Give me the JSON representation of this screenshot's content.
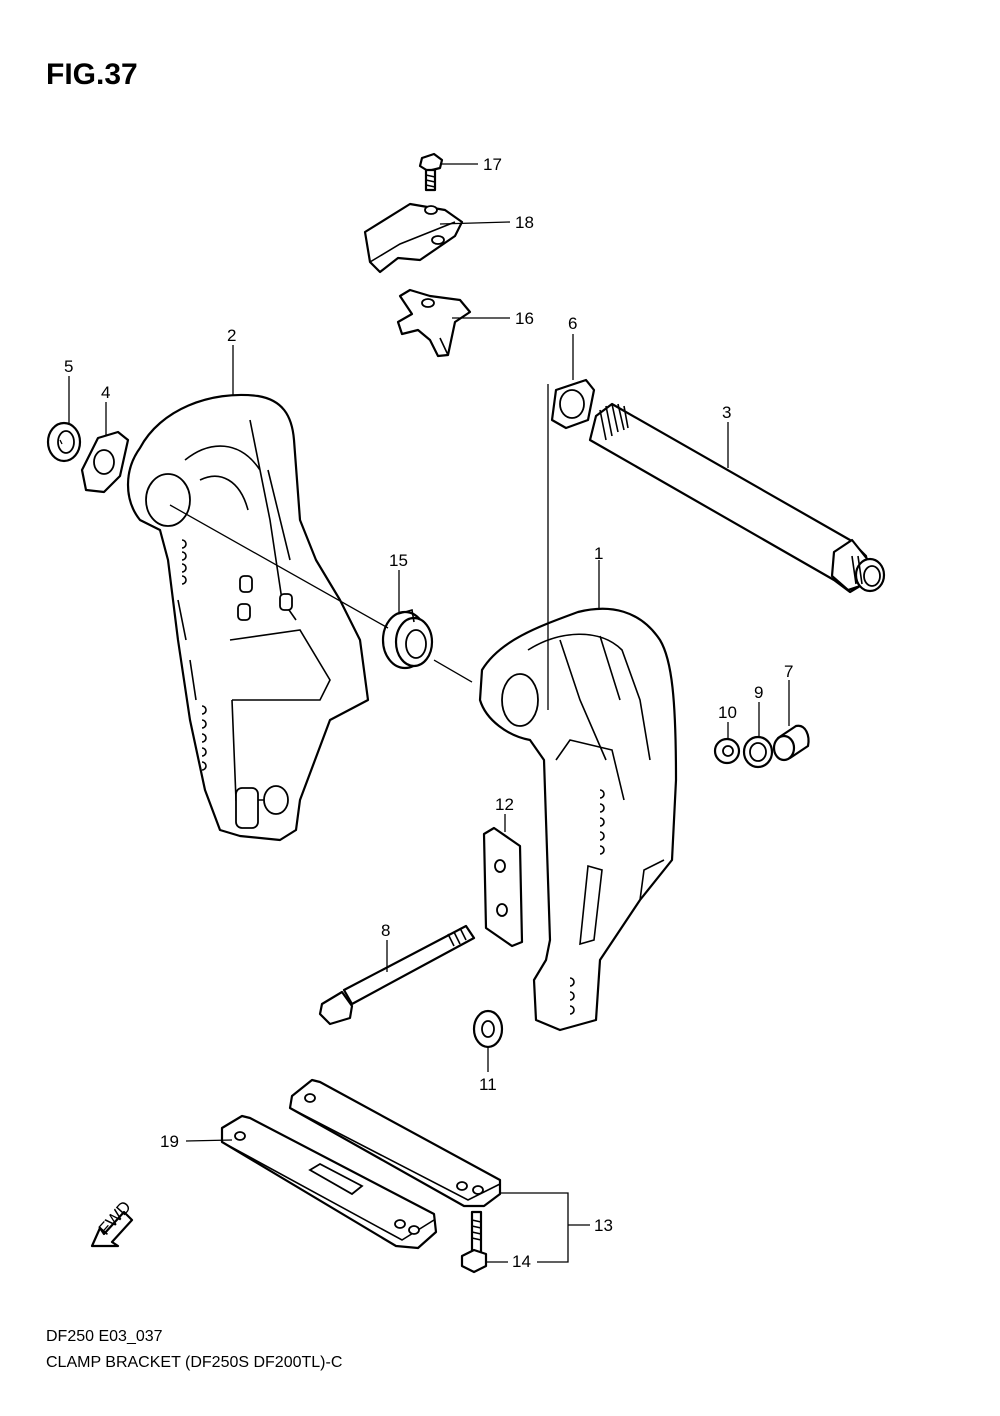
{
  "figure": {
    "title": "FIG.37",
    "code": "DF250 E03_037",
    "caption": "CLAMP BRACKET (DF250S DF200TL)-C"
  },
  "fwd_label": "FWD",
  "callouts": [
    "1",
    "2",
    "3",
    "4",
    "5",
    "6",
    "7",
    "8",
    "9",
    "10",
    "11",
    "12",
    "13",
    "14",
    "15",
    "16",
    "17",
    "18",
    "19"
  ]
}
